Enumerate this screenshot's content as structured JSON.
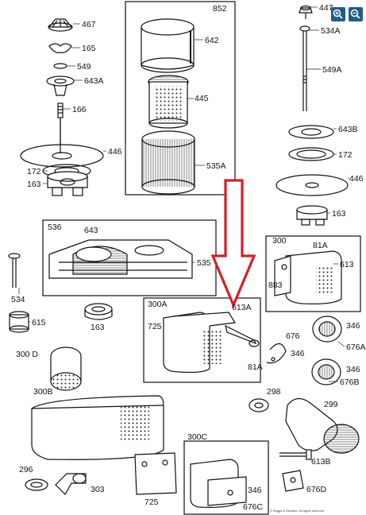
{
  "toolbar": {
    "zoom_in_icon": "magnifier-plus-icon",
    "zoom_out_icon": "magnifier-minus-icon",
    "button_color": "#1f5d88"
  },
  "arrow": {
    "color": "#d32027"
  },
  "part_labels": {
    "p852": "852",
    "p642": "642",
    "p445": "445",
    "p535A": "535A",
    "p467": "467",
    "p165": "165",
    "p549": "549",
    "p643A": "643A",
    "p166": "166",
    "p446L": "446",
    "p172L": "172",
    "p163L": "163",
    "p447": "447",
    "p534A": "534A",
    "p549A": "549A",
    "p643B": "643B",
    "p172R": "172",
    "p446R": "446",
    "p163R": "163",
    "p536": "536",
    "p643": "643",
    "p535": "535",
    "p534": "534",
    "p615": "615",
    "p163M": "163",
    "p300D": "300 D",
    "p300B": "300B",
    "p296": "296",
    "p303": "303",
    "p725L": "725",
    "p300A": "300A",
    "p725A": "725",
    "p613A": "613A",
    "p81A_mid": "81A",
    "p676": "676",
    "p346_mid": "346",
    "p300": "300",
    "p81A_top": "81A",
    "p613": "613",
    "p883": "883",
    "p346a": "346",
    "p676A": "676A",
    "p346b": "346",
    "p676B": "676B",
    "p298": "298",
    "p299": "299",
    "p725B": "725",
    "p300C": "300C",
    "p346c": "346",
    "p676C": "676C",
    "p613B": "613B",
    "p676D": "676D"
  },
  "copyright": "© Briggs & Stratton. All rights reserved"
}
